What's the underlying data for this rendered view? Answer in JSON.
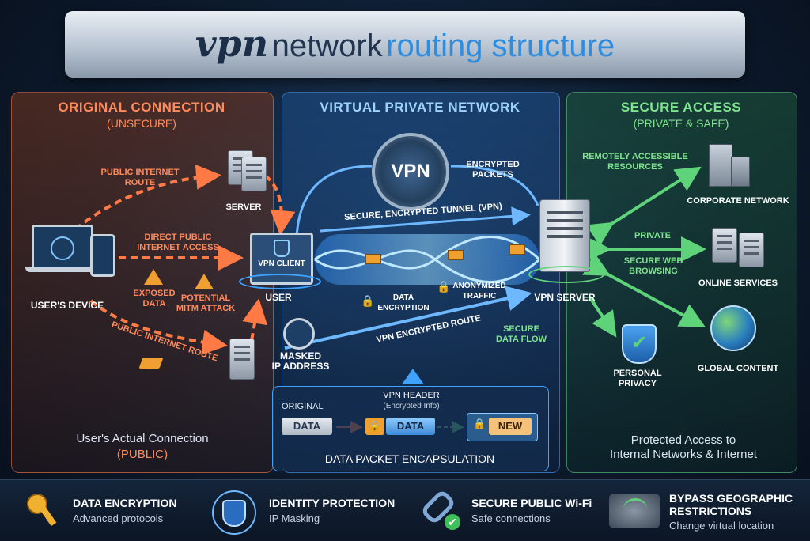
{
  "title": {
    "part1": "vpn",
    "part2": "network",
    "part3": "routing structure"
  },
  "left_panel": {
    "heading": "ORIGINAL CONNECTION",
    "subheading": "(UNSECURE)",
    "public_route_top": "PUBLIC INTERNET\nROUTE",
    "server": "SERVER",
    "direct_access": "DIRECT PUBLIC\nINTERNET ACCESS",
    "device": "USER'S DEVICE",
    "exposed": "EXPOSED\nDATA",
    "mitm": "POTENTIAL\nMITM ATTACK",
    "public_route_bottom": "PUBLIC INTERNET ROUTE",
    "footer_line1": "User's Actual Connection",
    "footer_line2": "(PUBLIC)"
  },
  "middle_panel": {
    "heading": "VIRTUAL PRIVATE NETWORK",
    "vpn_badge": "VPN",
    "encrypted_packets": "ENCRYPTED\nPACKETS",
    "tunnel": "SECURE, ENCRYPTED TUNNEL (VPN)",
    "vpn_client": "VPN CLIENT",
    "user": "USER",
    "data_encryption": "DATA\nENCRYPTION",
    "anonymized": "ANONYMIZED\nTRAFFIC",
    "masked_ip": "MASKED\nIP ADDRESS",
    "encrypted_route": "VPN ENCRYPTED ROUTE",
    "secure_flow": "SECURE\nDATA FLOW",
    "vpn_server": "VPN SERVER",
    "packet": {
      "original": "ORIGINAL",
      "data": "DATA",
      "vpn_header": "VPN HEADER",
      "encrypted_info": "(Encrypted Info)",
      "data2": "DATA",
      "new": "NEW",
      "caption": "DATA PACKET ENCAPSULATION"
    }
  },
  "right_panel": {
    "heading": "SECURE ACCESS",
    "subheading": "(PRIVATE & SAFE)",
    "remote": "REMOTELY ACCESSIBLE\nRESOURCES",
    "corporate": "CORPORATE NETWORK",
    "private": "PRIVATE",
    "secure_web": "SECURE WEB\nBROWSING",
    "online": "ONLINE SERVICES",
    "personal": "PERSONAL\nPRIVACY",
    "global": "GLOBAL CONTENT",
    "footer_line1": "Protected Access to",
    "footer_line2": "Internal Networks & Internet"
  },
  "features": [
    {
      "icon": "key-chain-icon",
      "title": "DATA ENCRYPTION",
      "sub": "Advanced protocols"
    },
    {
      "icon": "identity-shield-icon",
      "title": "IDENTITY PROTECTION",
      "sub": "IP Masking"
    },
    {
      "icon": "secure-link-icon",
      "title": "SECURE PUBLIC Wi-Fi",
      "sub": "Safe connections"
    },
    {
      "icon": "world-map-icon",
      "title": "BYPASS GEOGRAPHIC\nRESTRICTIONS",
      "sub": "Change virtual location"
    }
  ],
  "colors": {
    "unsecure": "#ff7a45",
    "vpn": "#3fa2ff",
    "secure": "#5fd37a"
  }
}
